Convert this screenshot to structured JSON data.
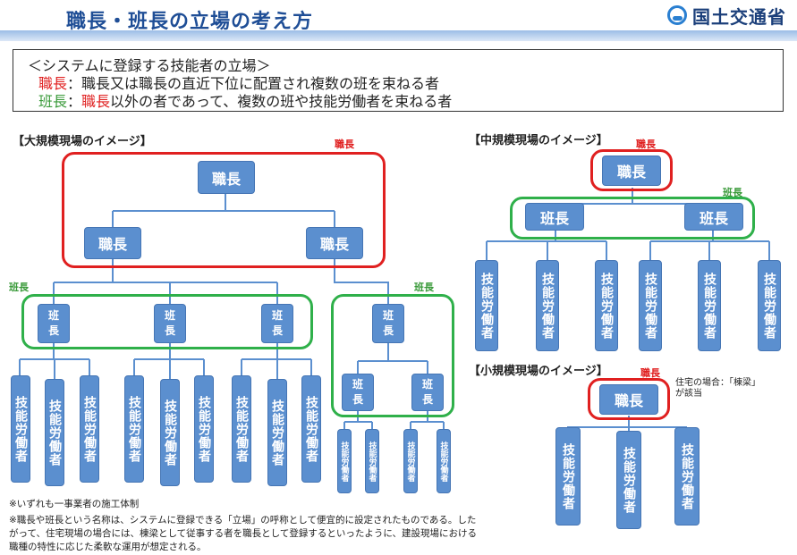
{
  "header": {
    "title": "職長・班長の立場の考え方",
    "logo_text": "国土交通省"
  },
  "definitions": {
    "intro": "＜システムに登録する技能者の立場＞",
    "shokucho_term": "職長",
    "shokucho_desc": "：職長又は職長の直近下位に配置され複数の班を束ねる者",
    "hancho_term": "班長",
    "hancho_colon": "：",
    "hancho_ref": "職長",
    "hancho_desc": "以外の者であって、複数の班や技能労働者を束ねる者"
  },
  "large": {
    "heading": "【大規模現場のイメージ】",
    "frame_label_red": "職長",
    "frame_label_green_left": "班長",
    "frame_label_green_right": "班長",
    "top": "職長",
    "mid_left": "職長",
    "mid_right": "職長",
    "han": "班長",
    "worker": "技能労働者"
  },
  "medium": {
    "heading": "【中規模現場のイメージ】",
    "frame_label_red": "職長",
    "frame_label_green": "班長",
    "top": "職長",
    "han": "班長",
    "worker": "技能労働者"
  },
  "small": {
    "heading": "【小規模現場のイメージ】",
    "frame_label_red": "職長",
    "top": "職長",
    "house_note_1": "住宅の場合：「棟梁」",
    "house_note_2": "が該当",
    "worker": "技能労働者"
  },
  "notes": {
    "n1": "※いずれも一事業者の施工体制",
    "n2": "※職長や班長という名称は、システムに登録できる「立場」の呼称として便宜的に設定されたものである。した",
    "n3": "がって、住宅現場の場合には、棟梁として従事する者を職長として登録するといったように、建設現場における",
    "n4": "職種の特性に応じた柔軟な運用が想定される。"
  },
  "colors": {
    "node": "#5b8fcf",
    "red_frame": "#e02020",
    "green_frame": "#2fb04a",
    "title": "#1f4e96"
  }
}
